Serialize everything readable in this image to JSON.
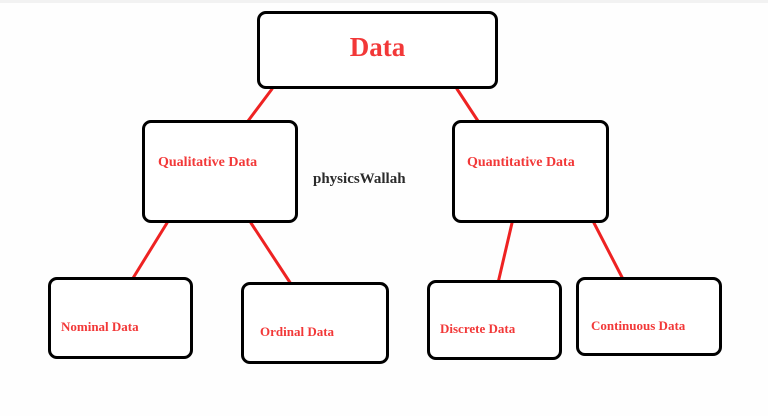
{
  "diagram": {
    "title_text": "Data",
    "type": "hierarchy-tree",
    "colors": {
      "node_border": "#000000",
      "node_fill": "#ffffff",
      "label_text": "#f23838",
      "connector": "#ee2222",
      "watermark_text": "#2b2b2b",
      "background": "#fefefe"
    },
    "nodes": {
      "root": {
        "label": "Data"
      },
      "level2": [
        {
          "label": "Qualitative Data"
        },
        {
          "label": "Quantitative Data"
        }
      ],
      "level3": [
        {
          "label": "Nominal Data"
        },
        {
          "label": "Ordinal Data"
        },
        {
          "label": "Discrete Data"
        },
        {
          "label": "Continuous Data"
        }
      ]
    },
    "connectors": [
      {
        "from": "Data",
        "to": "Qualitative Data"
      },
      {
        "from": "Data",
        "to": "Quantitative Data"
      },
      {
        "from": "Qualitative Data",
        "to": "Nominal Data"
      },
      {
        "from": "Qualitative Data",
        "to": "Ordinal Data"
      },
      {
        "from": "Quantitative Data",
        "to": "Discrete Data"
      },
      {
        "from": "Quantitative Data",
        "to": "Continuous Data"
      }
    ],
    "watermark": "physicsWallah"
  }
}
